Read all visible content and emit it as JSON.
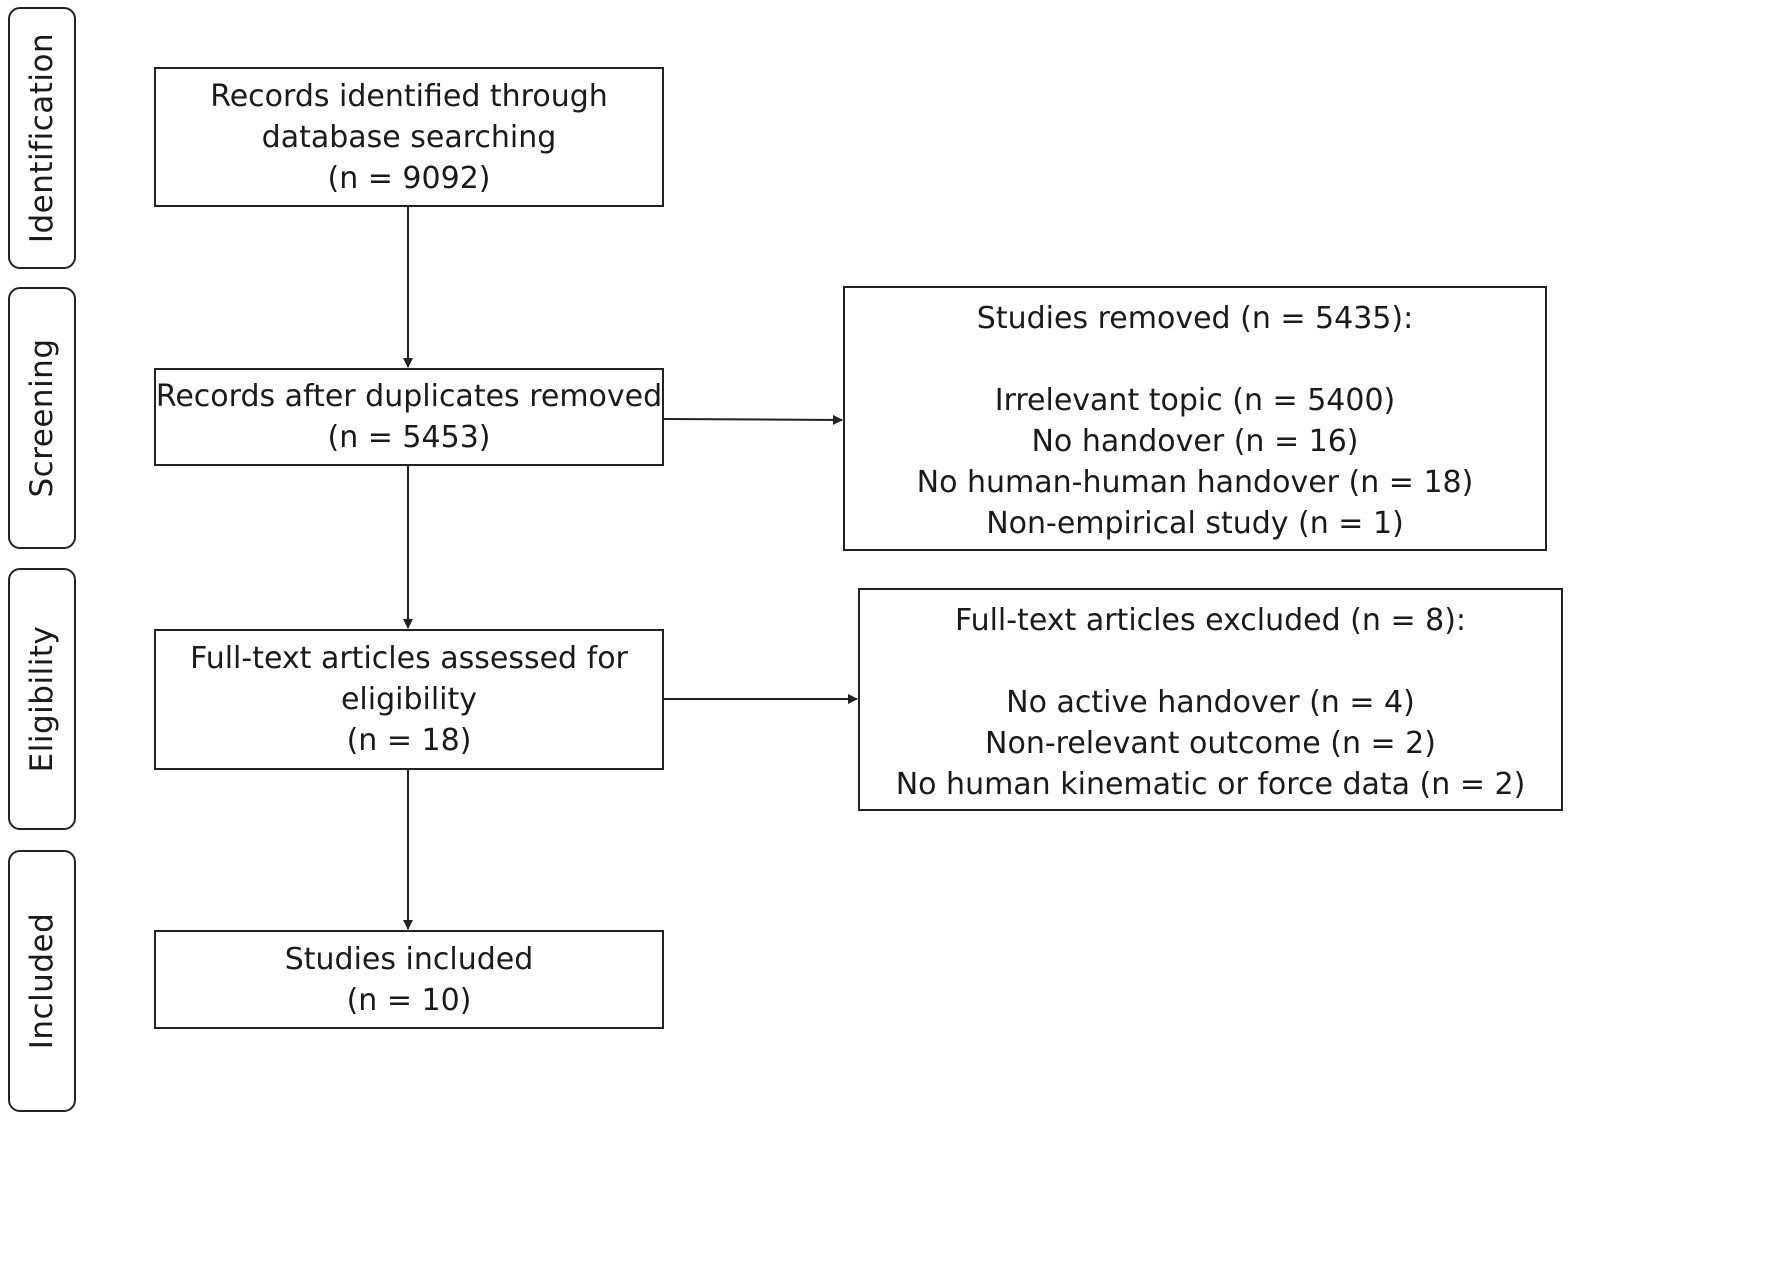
{
  "phases": {
    "identification": "Identification",
    "screening": "Screening",
    "eligibility": "Eligibility",
    "included": "Included"
  },
  "boxes": {
    "identified": {
      "lines": [
        "Records identified through",
        "database searching",
        "(n = 9092)"
      ]
    },
    "after_duplicates": {
      "lines": [
        "Records after duplicates removed",
        "(n = 5453)"
      ]
    },
    "full_text": {
      "lines": [
        "Full-text articles assessed for",
        "eligibility",
        "(n = 18)"
      ]
    },
    "included": {
      "lines": [
        "Studies included",
        "(n = 10)"
      ]
    },
    "removed": {
      "heading": "Studies removed (n = 5435):",
      "lines": [
        "Irrelevant topic (n = 5400)",
        "No handover (n = 16)",
        "No human-human handover (n = 18)",
        "Non-empirical study (n = 1)"
      ]
    },
    "excluded": {
      "heading": "Full-text articles excluded (n = 8):",
      "lines": [
        "No active handover (n = 4)",
        "Non-relevant outcome (n = 2)",
        "No human kinematic or force data (n = 2)"
      ]
    }
  }
}
